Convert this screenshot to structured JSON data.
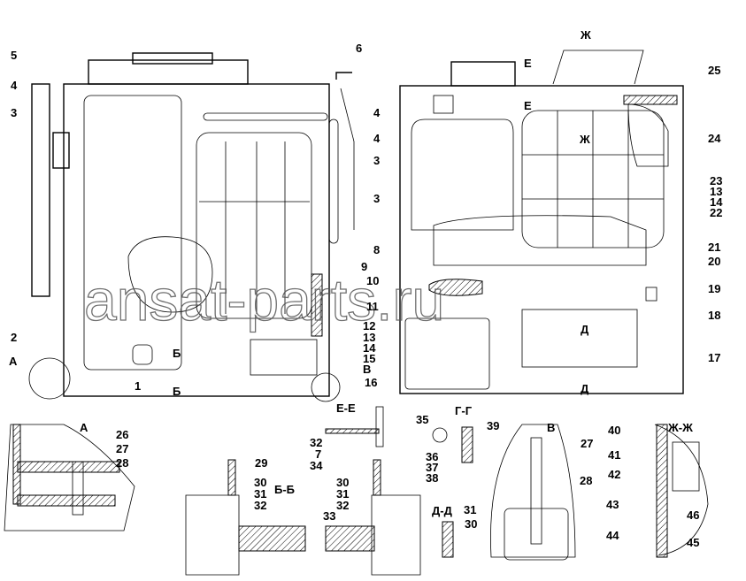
{
  "watermark": "ansat-parts.ru",
  "labels": {
    "top_left": [
      "5",
      "4",
      "3",
      "6",
      "4",
      "3",
      "2",
      "А",
      "1",
      "Б",
      "Б",
      "9",
      "10",
      "11",
      "12",
      "13",
      "14",
      "15",
      "В",
      "16"
    ],
    "top_right": [
      "4",
      "3",
      "8",
      "Е",
      "Е",
      "Ж",
      "Ж",
      "25",
      "24",
      "23",
      "13",
      "14",
      "22",
      "21",
      "20",
      "19",
      "18",
      "17",
      "Д",
      "Д"
    ],
    "detail_a": [
      "А",
      "26",
      "27",
      "28"
    ],
    "detail_ee": [
      "Е-Е",
      "32",
      "7",
      "34"
    ],
    "detail_bb": [
      "29",
      "30",
      "31",
      "32",
      "Б-Б",
      "30",
      "31",
      "32",
      "33"
    ],
    "detail_gg": [
      "35",
      "Г-Г",
      "36",
      "37",
      "38"
    ],
    "detail_dd": [
      "Д-Д",
      "31",
      "30"
    ],
    "detail_v": [
      "39",
      "В",
      "27",
      "28"
    ],
    "detail_zhzh": [
      "Ж-Ж",
      "40",
      "41",
      "42",
      "43",
      "44",
      "46",
      "45"
    ]
  }
}
